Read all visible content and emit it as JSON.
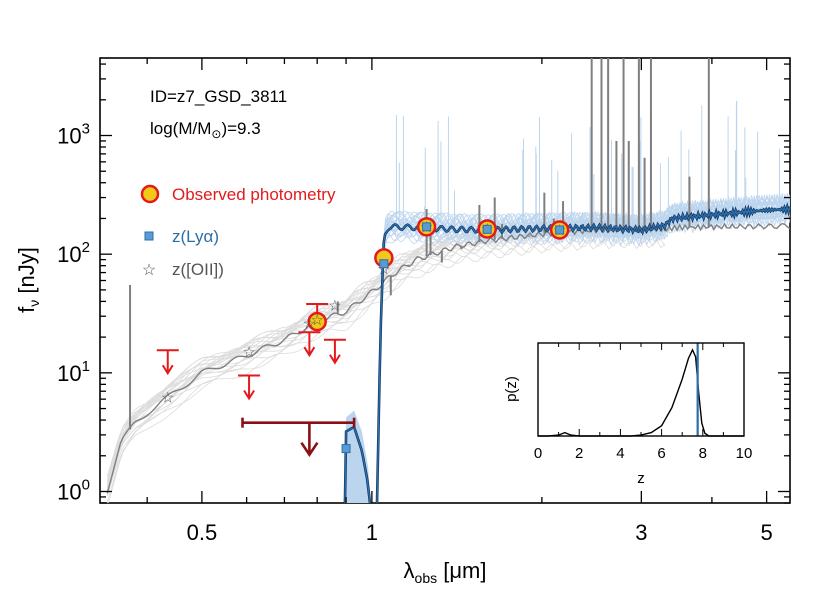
{
  "chart_data": [
    {
      "type": "line",
      "title": "",
      "annotations": [
        "ID=z7_GSD_3811",
        "log(M/M",
        ")=9.3"
      ],
      "xlabel": {
        "main": "λ",
        "sub": "obs",
        "unit": " [μm]"
      },
      "ylabel": {
        "main": "f",
        "sub": "ν",
        "unit": " [nJy]"
      },
      "x_scale": "log",
      "y_scale": "log",
      "xlim": [
        0.33,
        5.5
      ],
      "ylim": [
        0.8,
        4500
      ],
      "x_ticks": [
        {
          "v": 0.5,
          "label": "0.5"
        },
        {
          "v": 1,
          "label": "1"
        },
        {
          "v": 3,
          "label": "3"
        },
        {
          "v": 5,
          "label": "5"
        }
      ],
      "y_ticks": [
        {
          "v": 1,
          "label": "10",
          "exp": "0"
        },
        {
          "v": 10,
          "label": "10",
          "exp": "1"
        },
        {
          "v": 100,
          "label": "10",
          "exp": "2"
        },
        {
          "v": 1000,
          "label": "10",
          "exp": "3"
        }
      ],
      "legend": {
        "placement": "left",
        "entries": [
          {
            "label": "Observed photometry",
            "color": "#e31a1c",
            "marker": "circle"
          },
          {
            "label": "z(Lyα)",
            "color": "#2c6fa8",
            "marker": "square"
          },
          {
            "label": "z([OII])",
            "color": "#555555",
            "marker": "star"
          }
        ]
      },
      "series": [
        {
          "name": "z(Lyα)",
          "color": "#2c6fa8",
          "points": [
            [
              0.895,
              0.6
            ],
            [
              0.9,
              3.2
            ],
            [
              0.93,
              3.5
            ],
            [
              0.96,
              2.2
            ],
            [
              0.98,
              1.3
            ],
            [
              1.0,
              0.6
            ],
            [
              1.02,
              0.6
            ],
            [
              1.035,
              20
            ],
            [
              1.05,
              140
            ],
            [
              1.07,
              170
            ],
            [
              1.2,
              168
            ],
            [
              1.4,
              162
            ],
            [
              1.6,
              160
            ],
            [
              2.0,
              165
            ],
            [
              2.5,
              168
            ],
            [
              3.0,
              160
            ],
            [
              3.3,
              175
            ],
            [
              3.4,
              200
            ],
            [
              4.0,
              215
            ],
            [
              5.0,
              235
            ],
            [
              5.5,
              240
            ]
          ]
        },
        {
          "name": "z([OII])",
          "color": "#7f7f7f",
          "points": [
            [
              0.34,
              1.0
            ],
            [
              0.36,
              2.6
            ],
            [
              0.38,
              3.8
            ],
            [
              0.42,
              5.5
            ],
            [
              0.46,
              7.5
            ],
            [
              0.5,
              10
            ],
            [
              0.6,
              14
            ],
            [
              0.7,
              19
            ],
            [
              0.8,
              27
            ],
            [
              0.9,
              33
            ],
            [
              1.0,
              48
            ],
            [
              1.1,
              70
            ],
            [
              1.2,
              90
            ],
            [
              1.4,
              115
            ],
            [
              1.6,
              130
            ],
            [
              2.0,
              148
            ],
            [
              2.5,
              160
            ],
            [
              3.0,
              162
            ],
            [
              3.3,
              163
            ],
            [
              3.5,
              168
            ],
            [
              4.0,
              170
            ],
            [
              5.0,
              172
            ],
            [
              5.5,
              173
            ]
          ]
        }
      ],
      "photometry": [
        {
          "x": 0.8,
          "y": 27
        },
        {
          "x": 1.05,
          "y": 93
        },
        {
          "x": 1.25,
          "y": 170
        },
        {
          "x": 1.6,
          "y": 163
        },
        {
          "x": 2.15,
          "y": 160
        }
      ],
      "upper_limits": [
        {
          "x": 0.435,
          "y": 15.5
        },
        {
          "x": 0.606,
          "y": 9.5
        },
        {
          "x": 0.775,
          "y": 22
        },
        {
          "x": 0.8,
          "y": 38
        },
        {
          "x": 0.86,
          "y": 19
        }
      ],
      "wide_limit": {
        "x": 0.775,
        "y": 3.8,
        "xmin": 0.59,
        "xmax": 0.93
      },
      "lya_model_points": [
        {
          "x": 0.9,
          "y": 2.3
        },
        {
          "x": 1.05,
          "y": 83
        },
        {
          "x": 1.25,
          "y": 170
        },
        {
          "x": 1.6,
          "y": 162
        },
        {
          "x": 2.15,
          "y": 160
        }
      ],
      "oii_model_points": [
        {
          "x": 0.435,
          "y": 6.2
        },
        {
          "x": 0.606,
          "y": 15
        },
        {
          "x": 0.775,
          "y": 26
        },
        {
          "x": 0.8,
          "y": 28
        },
        {
          "x": 0.86,
          "y": 37
        },
        {
          "x": 1.05,
          "y": 75
        },
        {
          "x": 1.25,
          "y": 170
        },
        {
          "x": 1.6,
          "y": 163
        },
        {
          "x": 2.15,
          "y": 160
        }
      ],
      "colors": {
        "red": "#e31a1c",
        "darkred": "#8b0f14",
        "gold": "#f2c81a",
        "blue": "#2c6fa8",
        "lightblue": "#bcd5ee",
        "gray": "#7f7f7f",
        "lightgray": "#dcdcdc"
      }
    },
    {
      "type": "line",
      "title": "",
      "xlabel": "z",
      "ylabel": "p(z)",
      "xlim": [
        0,
        10
      ],
      "ylim": [
        0,
        1.08
      ],
      "x_ticks": [
        0,
        2,
        4,
        6,
        8,
        10
      ],
      "marker_z": 7.75,
      "series": [
        {
          "name": "",
          "color": "#000000",
          "points": [
            [
              0,
              0
            ],
            [
              0.5,
              0
            ],
            [
              1.0,
              0.01
            ],
            [
              1.3,
              0.04
            ],
            [
              1.6,
              0.01
            ],
            [
              2.0,
              0
            ],
            [
              4.5,
              0
            ],
            [
              5.0,
              0.01
            ],
            [
              5.5,
              0.04
            ],
            [
              6.0,
              0.12
            ],
            [
              6.5,
              0.33
            ],
            [
              7.0,
              0.66
            ],
            [
              7.3,
              0.9
            ],
            [
              7.5,
              1.0
            ],
            [
              7.65,
              0.92
            ],
            [
              7.8,
              0.5
            ],
            [
              7.95,
              0.15
            ],
            [
              8.1,
              0.03
            ],
            [
              8.3,
              0
            ],
            [
              10,
              0
            ]
          ]
        }
      ]
    }
  ]
}
